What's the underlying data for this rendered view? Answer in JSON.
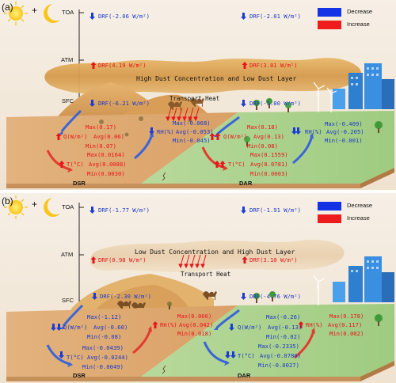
{
  "colors": {
    "decrease": "#1a3bd8",
    "increase": "#e8141a",
    "desert": "#d9a66b",
    "vegetation": "#a9d18e",
    "dust_cloud": "#d9a25a"
  },
  "icons": [
    "sun-icon",
    "moon-icon",
    "camel-icon",
    "wind-turbine-icon",
    "city-icon",
    "tree-icon",
    "up-arrow-icon",
    "down-arrow-icon"
  ],
  "panels": [
    {
      "label": "(a)",
      "celestial_plus": "+",
      "levels": {
        "toa": "TOA",
        "atm": "ATM",
        "sfc": "SFC"
      },
      "legend": {
        "decrease": "Decrease",
        "increase": "Increase"
      },
      "band_text": "High Dust Concentration and Low Dust Layer",
      "transport_heat": "Transport Heat",
      "drf": {
        "dsr_toa": "DRF(-2.06 W/m²)",
        "dar_toa": "DRF(-2.01 W/m²)",
        "dsr_atm": "DRF(4.19 W/m²)",
        "dar_atm": "DRF(3.81 W/m²)",
        "dsr_sfc": "DRF(-6.21 W/m²)",
        "dar_sfc": "DRF(-5.80 W/m²)"
      },
      "dsr": {
        "q": {
          "label": "Q(W/m²)",
          "max": "Max(0.17)",
          "avg": "Avg(0.06)",
          "min": "Min(0.07)"
        },
        "rh": {
          "label": "RH(%)",
          "max": "Max(-0.068)",
          "avg": "Avg(-0.053)",
          "min": "Min(-0.045)"
        },
        "t": {
          "label": "T(°C)",
          "max": "Max(0.0164)",
          "avg": "Avg(0.0088)",
          "min": "Min(0.0030)"
        }
      },
      "dar": {
        "q": {
          "label": "Q(W/m²)",
          "max": "Max(0.18)",
          "avg": "Avg(0.13)",
          "min": "Min(0.08)"
        },
        "rh": {
          "label": "RH(%)",
          "max": "Max(-0.409)",
          "avg": "Avg(-0.205)",
          "min": "Min(-0.001)"
        },
        "t": {
          "label": "T(°C)",
          "max": "Max(0.1559)",
          "avg": "Avg(0.0781)",
          "min": "Min(0.0003)"
        }
      },
      "region_labels": {
        "dsr": "DSR",
        "dar": "DAR"
      }
    },
    {
      "label": "(b)",
      "celestial_plus": "+",
      "levels": {
        "toa": "TOA",
        "atm": "ATM",
        "sfc": "SFC"
      },
      "legend": {
        "decrease": "Decrease",
        "increase": "Increase"
      },
      "band_text": "Low Dust Concentration and High Dust Layer",
      "transport_heat": "Transport Heat",
      "drf": {
        "dsr_toa": "DRF(-1.77 W/m²)",
        "dar_toa": "DRF(-1.91 W/m²)",
        "dsr_atm": "DRF(0.98 W/m²)",
        "dar_atm": "DRF(3.10 W/m²)",
        "dsr_sfc": "DRF(-2.30 W/m²)",
        "dar_sfc": "DRF(-4.76 W/m²)"
      },
      "dsr": {
        "q": {
          "label": "Q(W/m²)",
          "max": "Max(-1.12)",
          "avg": "Avg(-0.60)",
          "min": "Min(-0.08)"
        },
        "rh": {
          "label": "RH(%)",
          "max": "Max(0.066)",
          "avg": "Avg(0.042)",
          "min": "Min(0.018)"
        },
        "t": {
          "label": "T(°C)",
          "max": "Max(-0.0439)",
          "avg": "Avg(-0.0244)",
          "min": "Min(-0.0049)"
        }
      },
      "dar": {
        "q": {
          "label": "Q(W/m²)",
          "max": "Max(-0.26)",
          "avg": "Avg(-0.13)",
          "min": "Min(-0.02)"
        },
        "rh": {
          "label": "RH(%)",
          "max": "Max(0.178)",
          "avg": "Avg(0.117)",
          "min": "Min(0.002)"
        },
        "t": {
          "label": "T(°C)",
          "max": "Max(-0.2335)",
          "avg": "Avg(-0.0780)",
          "min": "Min(-0.0027)"
        }
      },
      "region_labels": {
        "dsr": "DSR",
        "dar": "DAR"
      }
    }
  ]
}
